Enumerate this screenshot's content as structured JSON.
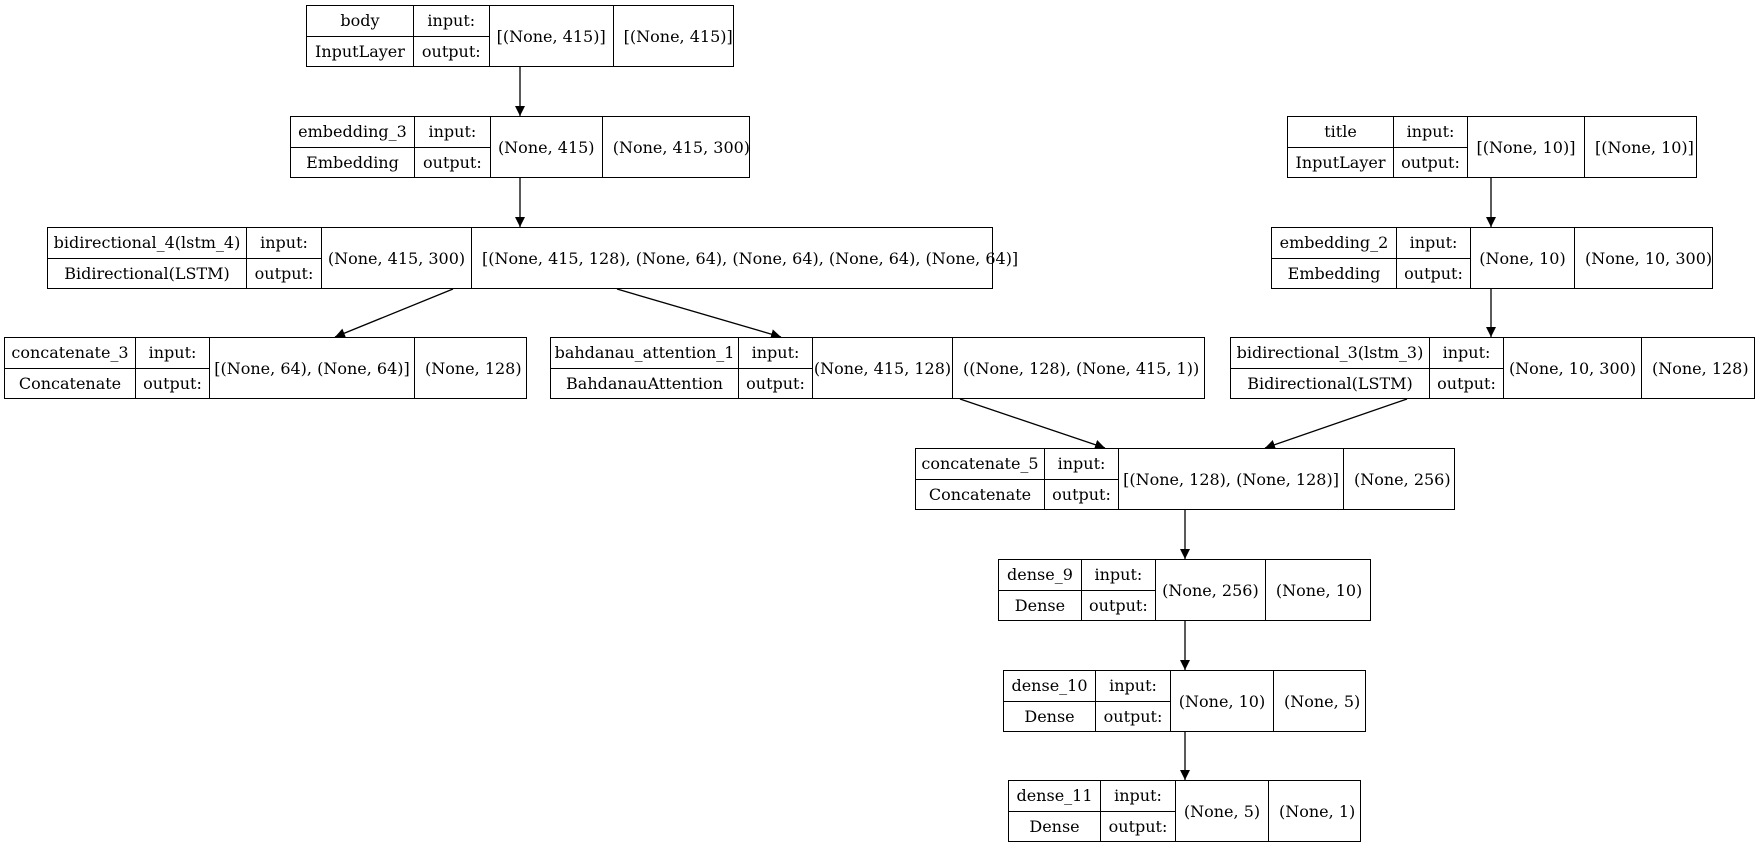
{
  "labels": {
    "input": "input:",
    "output": "output:"
  },
  "nodes": {
    "body": {
      "name": "body",
      "type": "InputLayer",
      "input": "[(None, 415)]",
      "output": "[(None, 415)]"
    },
    "emb3": {
      "name": "embedding_3",
      "type": "Embedding",
      "input": "(None, 415)",
      "output": "(None, 415, 300)"
    },
    "bidi4": {
      "name": "bidirectional_4(lstm_4)",
      "type": "Bidirectional(LSTM)",
      "input": "(None, 415, 300)",
      "output": "[(None, 415, 128), (None, 64), (None, 64), (None, 64), (None, 64)]"
    },
    "concat3": {
      "name": "concatenate_3",
      "type": "Concatenate",
      "input": "[(None, 64), (None, 64)]",
      "output": "(None, 128)"
    },
    "attn1": {
      "name": "bahdanau_attention_1",
      "type": "BahdanauAttention",
      "input": "(None, 415, 128)",
      "output": "((None, 128), (None, 415, 1))"
    },
    "title": {
      "name": "title",
      "type": "InputLayer",
      "input": "[(None, 10)]",
      "output": "[(None, 10)]"
    },
    "emb2": {
      "name": "embedding_2",
      "type": "Embedding",
      "input": "(None, 10)",
      "output": "(None, 10, 300)"
    },
    "bidi3": {
      "name": "bidirectional_3(lstm_3)",
      "type": "Bidirectional(LSTM)",
      "input": "(None, 10, 300)",
      "output": "(None, 128)"
    },
    "concat5": {
      "name": "concatenate_5",
      "type": "Concatenate",
      "input": "[(None, 128), (None, 128)]",
      "output": "(None, 256)"
    },
    "dense9": {
      "name": "dense_9",
      "type": "Dense",
      "input": "(None, 256)",
      "output": "(None, 10)"
    },
    "dense10": {
      "name": "dense_10",
      "type": "Dense",
      "input": "(None, 10)",
      "output": "(None, 5)"
    },
    "dense11": {
      "name": "dense_11",
      "type": "Dense",
      "input": "(None, 5)",
      "output": "(None, 1)"
    }
  },
  "edges": [
    [
      "body",
      "emb3"
    ],
    [
      "emb3",
      "bidi4"
    ],
    [
      "bidi4",
      "concat3"
    ],
    [
      "bidi4",
      "attn1"
    ],
    [
      "title",
      "emb2"
    ],
    [
      "emb2",
      "bidi3"
    ],
    [
      "attn1",
      "concat5"
    ],
    [
      "bidi3",
      "concat5"
    ],
    [
      "concat5",
      "dense9"
    ],
    [
      "dense9",
      "dense10"
    ],
    [
      "dense10",
      "dense11"
    ]
  ]
}
